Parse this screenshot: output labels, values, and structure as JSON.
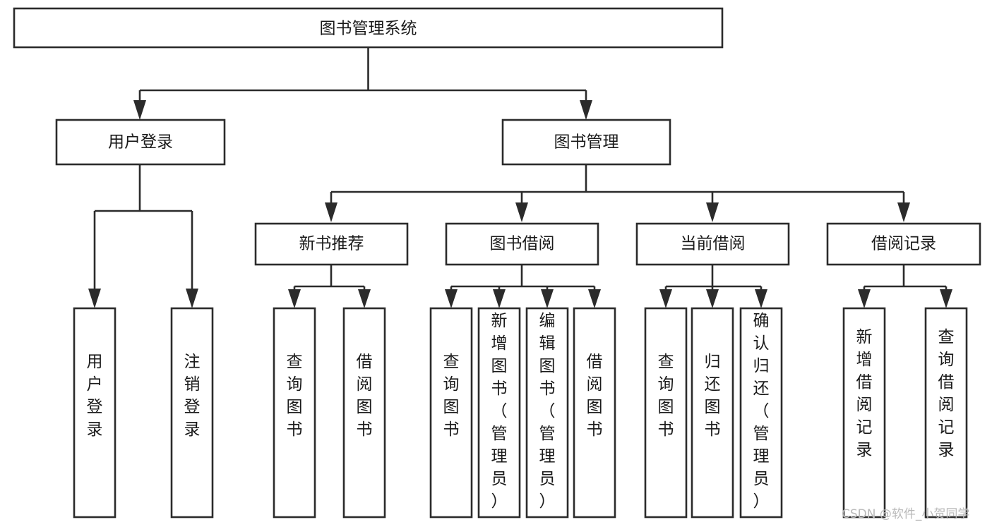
{
  "diagram": {
    "type": "tree-hierarchy",
    "title": "图书管理系统",
    "watermark": "CSDN @软件_小贺同学",
    "colors": {
      "stroke": "#2b2b2b",
      "fill": "#ffffff",
      "text": "#1a1a1a",
      "watermark": "#b9b9b9",
      "background": "#ffffff"
    },
    "levels": [
      {
        "level": 1,
        "nodes": [
          {
            "id": "root",
            "label": "图书管理系统",
            "orientation": "horizontal"
          }
        ]
      },
      {
        "level": 2,
        "nodes": [
          {
            "id": "login",
            "label": "用户登录",
            "orientation": "horizontal",
            "parent": "root"
          },
          {
            "id": "bookmgmt",
            "label": "图书管理",
            "orientation": "horizontal",
            "parent": "root"
          }
        ]
      },
      {
        "level": 3,
        "nodes": [
          {
            "id": "newbook",
            "label": "新书推荐",
            "orientation": "horizontal",
            "parent": "bookmgmt"
          },
          {
            "id": "borrow",
            "label": "图书借阅",
            "orientation": "horizontal",
            "parent": "bookmgmt"
          },
          {
            "id": "current",
            "label": "当前借阅",
            "orientation": "horizontal",
            "parent": "bookmgmt"
          },
          {
            "id": "records",
            "label": "借阅记录",
            "orientation": "horizontal",
            "parent": "bookmgmt"
          }
        ]
      },
      {
        "level": 4,
        "nodes": [
          {
            "id": "leaf-user-login",
            "label": "用户登录",
            "orientation": "vertical",
            "parent": "login"
          },
          {
            "id": "leaf-user-logout",
            "label": "注销登录",
            "orientation": "vertical",
            "parent": "login"
          },
          {
            "id": "leaf-query-book-1",
            "label": "查询图书",
            "orientation": "vertical",
            "parent": "newbook"
          },
          {
            "id": "leaf-borrow-book-1",
            "label": "借阅图书",
            "orientation": "vertical",
            "parent": "newbook"
          },
          {
            "id": "leaf-query-book-2",
            "label": "查询图书",
            "orientation": "vertical",
            "parent": "borrow"
          },
          {
            "id": "leaf-add-book",
            "label": "新增图书（管理员）",
            "orientation": "vertical",
            "parent": "borrow"
          },
          {
            "id": "leaf-edit-book",
            "label": "编辑图书（管理员）",
            "orientation": "vertical",
            "parent": "borrow"
          },
          {
            "id": "leaf-borrow-book-2",
            "label": "借阅图书",
            "orientation": "vertical",
            "parent": "borrow"
          },
          {
            "id": "leaf-query-book-3",
            "label": "查询图书",
            "orientation": "vertical",
            "parent": "current"
          },
          {
            "id": "leaf-return-book",
            "label": "归还图书",
            "orientation": "vertical",
            "parent": "current"
          },
          {
            "id": "leaf-confirm-return",
            "label": "确认归还（管理员）",
            "orientation": "vertical",
            "parent": "current"
          },
          {
            "id": "leaf-add-record",
            "label": "新增借阅记录",
            "orientation": "vertical",
            "parent": "records"
          },
          {
            "id": "leaf-query-record",
            "label": "查询借阅记录",
            "orientation": "vertical",
            "parent": "records"
          }
        ]
      }
    ]
  }
}
